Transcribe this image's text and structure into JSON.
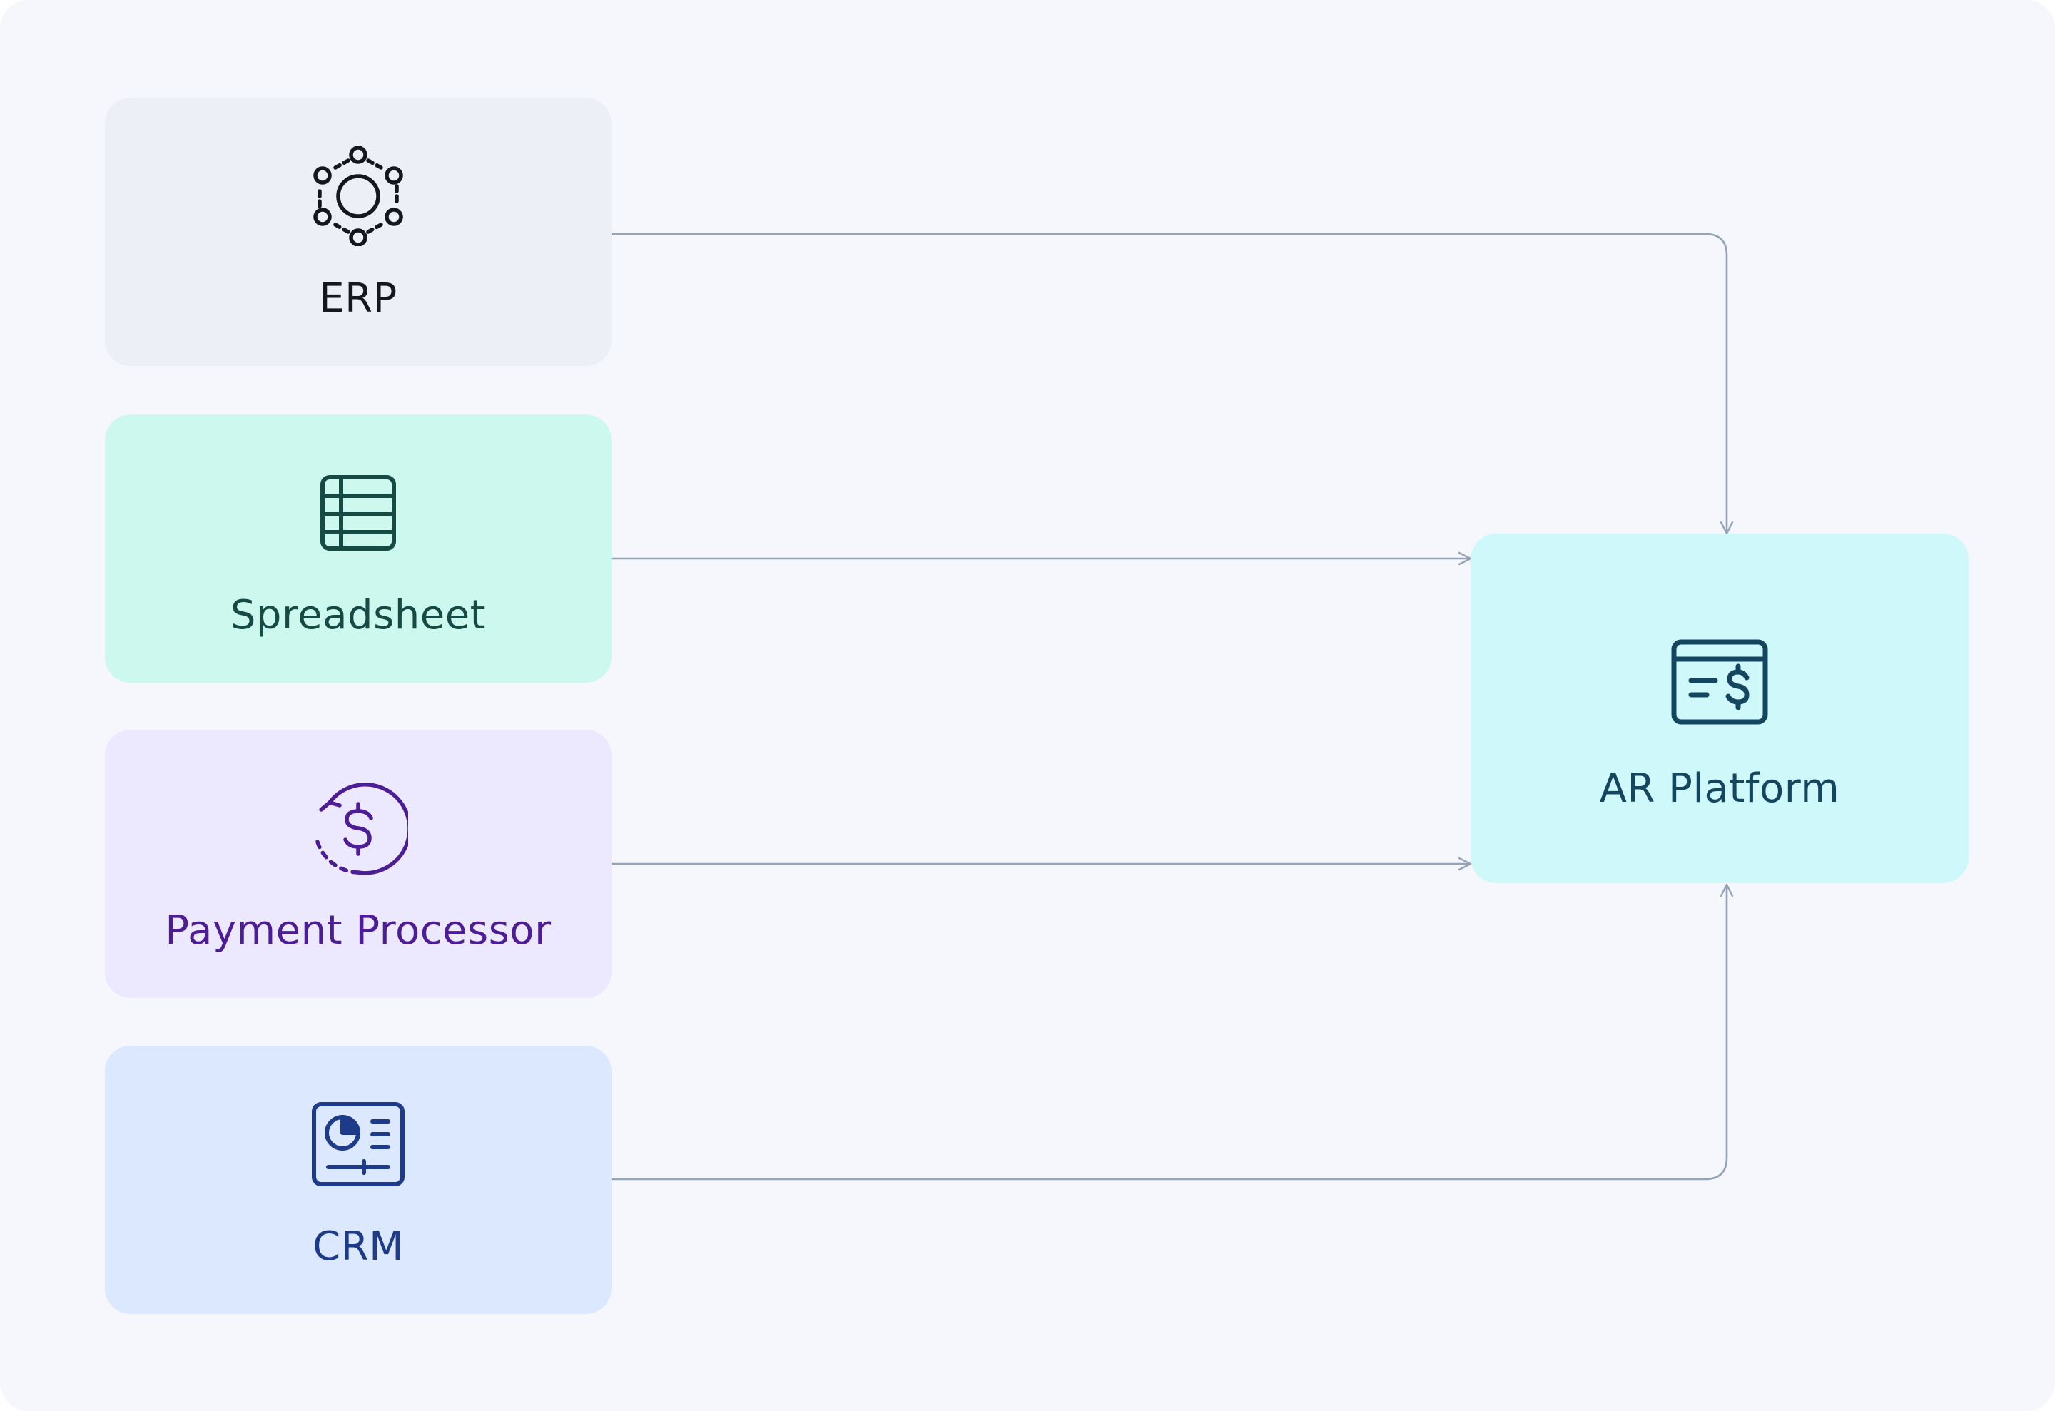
{
  "diagram": {
    "sources": [
      {
        "id": "erp",
        "label": "ERP",
        "icon": "network-nodes-icon",
        "bg": "#eceff6",
        "color": "#14171f"
      },
      {
        "id": "spreadsheet",
        "label": "Spreadsheet",
        "icon": "table-grid-icon",
        "bg": "#ccf8ee",
        "color": "#154b44"
      },
      {
        "id": "payment",
        "label": "Payment Processor",
        "icon": "dollar-refresh-icon",
        "bg": "#ece8fd",
        "color": "#4c1d95"
      },
      {
        "id": "crm",
        "label": "CRM",
        "icon": "contact-card-icon",
        "bg": "#dbe8fd",
        "color": "#1e3a8a"
      }
    ],
    "target": {
      "id": "ar-platform",
      "label": "AR Platform",
      "icon": "invoice-dollar-icon",
      "bg": "#cff8fa",
      "color": "#154660"
    },
    "connections": [
      {
        "from": "erp",
        "to": "ar-platform"
      },
      {
        "from": "spreadsheet",
        "to": "ar-platform"
      },
      {
        "from": "payment",
        "to": "ar-platform"
      },
      {
        "from": "crm",
        "to": "ar-platform"
      }
    ],
    "connector_color": "#94a3b8",
    "background": "#f5f7fc"
  }
}
